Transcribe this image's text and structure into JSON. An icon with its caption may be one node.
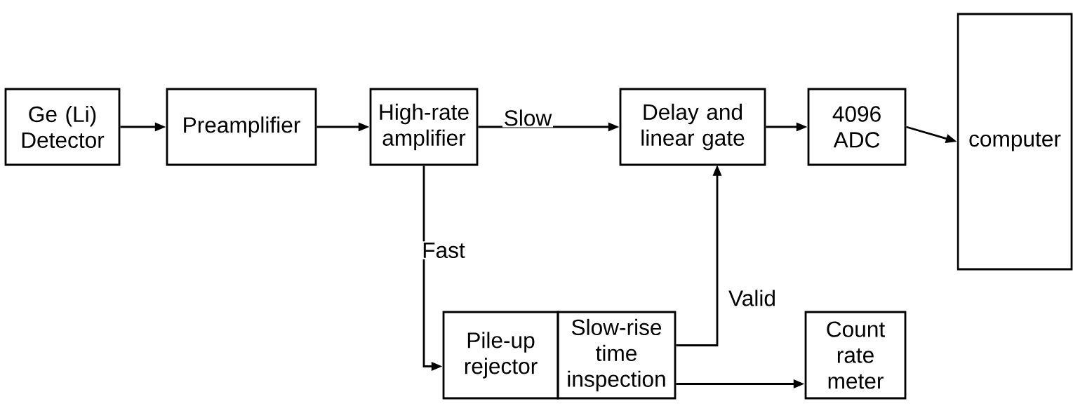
{
  "diagram": {
    "nodes": [
      {
        "text": [
          "Ge (Li) Detector"
        ]
      },
      {
        "text": [
          "Preamplifier"
        ]
      },
      {
        "text": [
          "High-rate amplifier"
        ]
      },
      {
        "text": [
          "Delay and linear gate"
        ]
      },
      {
        "text": [
          "4096 ADC"
        ]
      },
      {
        "text": [
          "computer"
        ]
      },
      {
        "text": [
          "Pile-up rejector"
        ]
      },
      {
        "text": [
          "Slow-rise time inspection"
        ]
      },
      {
        "text": [
          "Count rate meter"
        ]
      }
    ],
    "edges": [
      {
        "from": 0,
        "to": 1,
        "arrow": "to"
      },
      {
        "from": 1,
        "to": 2,
        "arrow": "to"
      },
      {
        "from": 2,
        "to": 3,
        "arrow": "to",
        "label": "Slow"
      },
      {
        "from": 3,
        "to": 4,
        "arrow": "to"
      },
      {
        "from": 4,
        "to": 5,
        "arrow": "to"
      },
      {
        "from": 2,
        "to": 6,
        "arrow": "to",
        "label": "Fast"
      },
      {
        "from": 7,
        "to": 3,
        "arrow": "to",
        "label": "Valid"
      },
      {
        "from": 7,
        "to": 8,
        "arrow": "to"
      }
    ]
  }
}
